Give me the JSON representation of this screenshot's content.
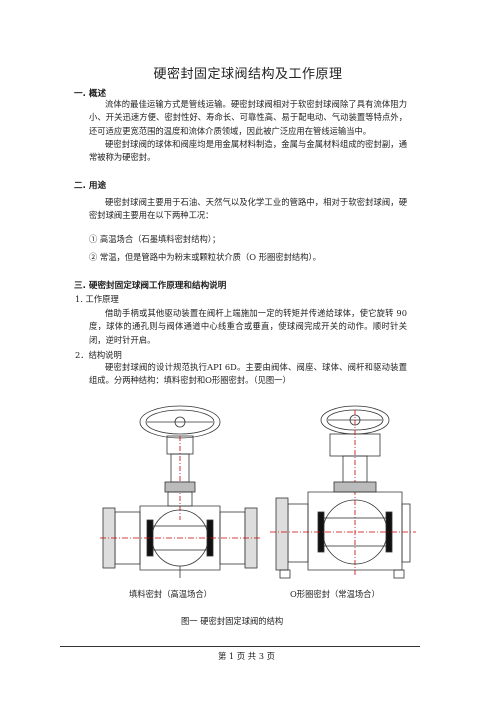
{
  "title": "硬密封固定球阀结构及工作原理",
  "s1": {
    "heading": "一.    概述",
    "p1": "流体的最佳运输方式是管线运输。硬密封球阀相对于软密封球阀除了具有流体阻力小、开关迅速方便、密封性好、寿命长、可靠性高、易于配电动、气动装置等特点外，还可适应更宽范围的温度和流体介质领域，因此被广泛应用在管线运输当中。",
    "p2": "硬密封球阀的球体和阀座均是用金属材料制造，金属与金属材料组成的密封副，通常被称为硬密封。"
  },
  "s2": {
    "heading": "二.    用途",
    "p1": "硬密封球阀主要用于石油、天然气以及化学工业的管路中，相对于软密封球阀，硬密封球阀主要用在以下两种工况：",
    "item1": "①   高温场合（石墨填料密封结构）；",
    "item2": "②   常温，但是管路中为粉末或颗粒状介质（O 形圈密封结构）。"
  },
  "s3": {
    "heading": "三. 硬密封固定球阀工作原理和结构说明",
    "sub1": "1.    工作原理",
    "p1": "借助手柄或其他驱动装置在阀杆上端施加一定的转矩并传递给球体，使它旋转 90 度，球体的通孔则与阀体通道中心线重合或垂直，使球阀完成开关的动作。顺时针关闭，逆时针开启。",
    "sub2": "2．结构说明",
    "p2": "硬密封球阀的设计规范执行API 6D。主要由阀体、阀座、球体、阀杆和驱动装置组成。分两种结构：填料密封和O形圈密封。（见图一）"
  },
  "figure": {
    "label_left": "填料密封（高温场合）",
    "label_right": "O形圈密封（常温场合）",
    "caption": "图一      硬密封固定球阀的结构"
  },
  "footer": "第  1  页  共  3  页"
}
